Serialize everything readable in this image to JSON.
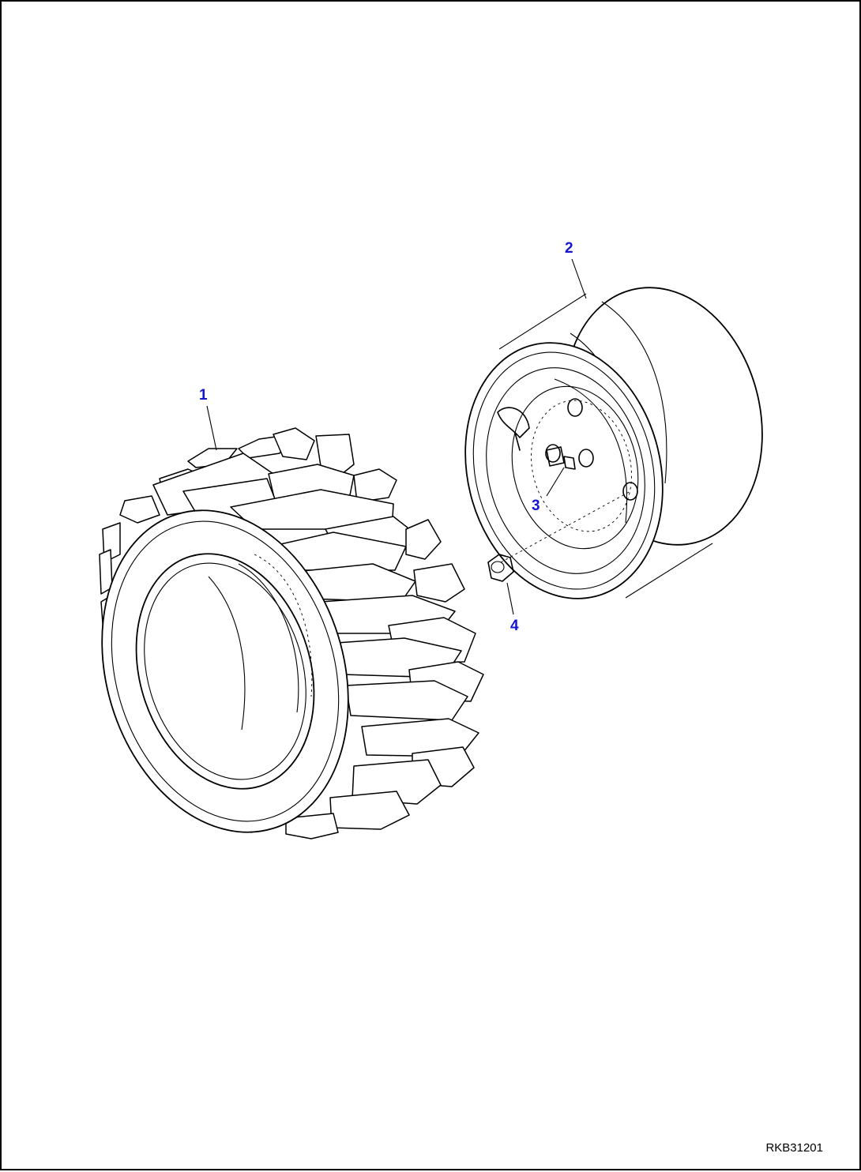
{
  "diagram": {
    "callouts": [
      "1",
      "2",
      "3",
      "4"
    ],
    "figure_id": "RKB31201"
  }
}
